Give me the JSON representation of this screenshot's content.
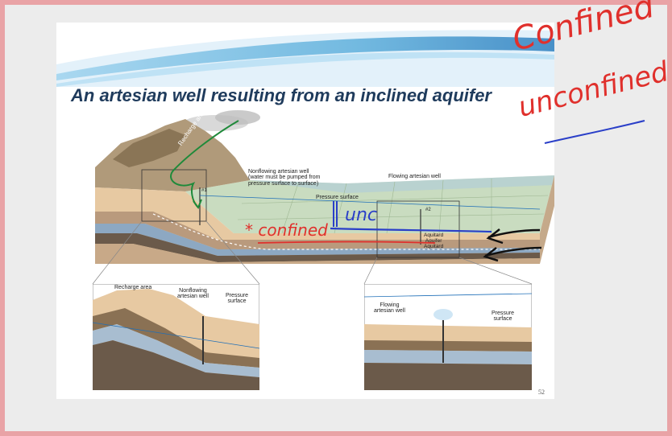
{
  "slide": {
    "title": "An artesian well resulting from an inclined aquifer",
    "slide_number": "52",
    "main_figure": {
      "recharge_area": "Recharge area",
      "nonflowing_well_line1": "Nonflowing artesian well",
      "nonflowing_well_line2": "(water must be pumped from",
      "nonflowing_well_line3": "pressure surface to surface)",
      "flowing_well": "Flowing artesian well",
      "pressure_surface": "Pressure surface",
      "well_1": "#1",
      "well_2": "#2",
      "aquitard_top": "Aquitard",
      "aquifer": "Aquifer",
      "aquitard_bottom": "Aquitard"
    },
    "inset_left": {
      "recharge_area": "Recharge area",
      "nonflowing_line1": "Nonflowing",
      "nonflowing_line2": "artesian well",
      "pressure_line1": "Pressure",
      "pressure_line2": "surface"
    },
    "inset_right": {
      "flowing_line1": "Flowing",
      "flowing_line2": "artesian well",
      "pressure_line1": "Pressure",
      "pressure_line2": "surface"
    }
  },
  "annotations": {
    "confined": "Confined",
    "unconfined": "unconfined",
    "unc": "unc",
    "confined_marker": "* confined",
    "colors": {
      "red": "#e0302c",
      "blue": "#2a3fc8",
      "green": "#1f8a3a",
      "black": "#111111"
    }
  }
}
